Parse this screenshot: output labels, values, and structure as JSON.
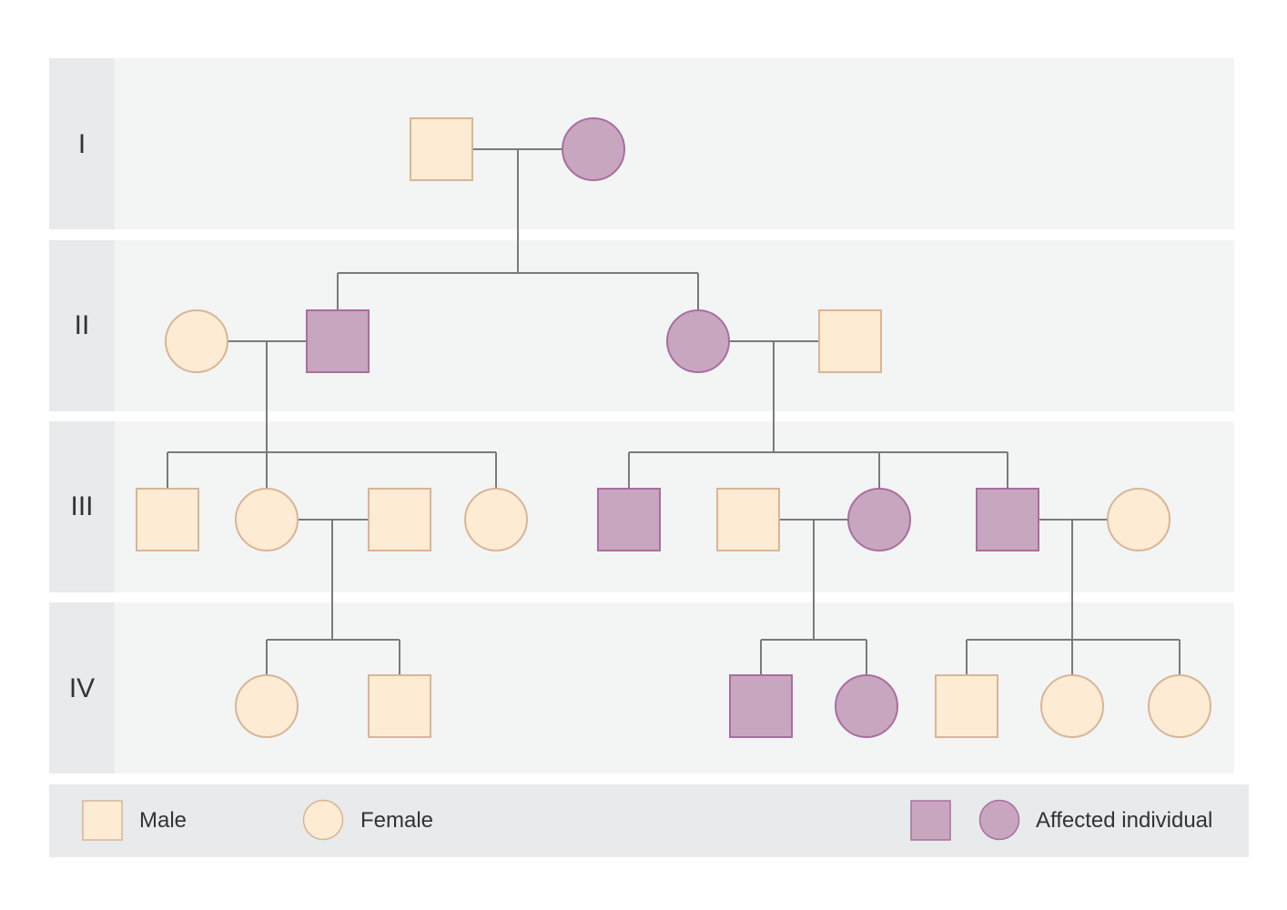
{
  "colors": {
    "unaffected_fill": "#fdebd3",
    "unaffected_stroke": "#d8b597",
    "affected_fill": "#c9a6bf",
    "affected_stroke": "#a86ea0",
    "line": "#7a7a7a",
    "row_bg": "#f3f4f4",
    "label_bg": "#e8eaeb",
    "legend_bg": "#e8eaeb"
  },
  "generations": [
    "I",
    "II",
    "III",
    "IV"
  ],
  "individuals": [
    {
      "id": "I-1",
      "generation": "I",
      "sex": "male",
      "affected": false
    },
    {
      "id": "I-2",
      "generation": "I",
      "sex": "female",
      "affected": true
    },
    {
      "id": "II-1",
      "generation": "II",
      "sex": "female",
      "affected": false
    },
    {
      "id": "II-2",
      "generation": "II",
      "sex": "male",
      "affected": true
    },
    {
      "id": "II-3",
      "generation": "II",
      "sex": "female",
      "affected": true
    },
    {
      "id": "II-4",
      "generation": "II",
      "sex": "male",
      "affected": false
    },
    {
      "id": "III-1",
      "generation": "III",
      "sex": "male",
      "affected": false
    },
    {
      "id": "III-2",
      "generation": "III",
      "sex": "female",
      "affected": false
    },
    {
      "id": "III-3",
      "generation": "III",
      "sex": "male",
      "affected": false
    },
    {
      "id": "III-4",
      "generation": "III",
      "sex": "female",
      "affected": false
    },
    {
      "id": "III-5",
      "generation": "III",
      "sex": "male",
      "affected": true
    },
    {
      "id": "III-6",
      "generation": "III",
      "sex": "male",
      "affected": false
    },
    {
      "id": "III-7",
      "generation": "III",
      "sex": "female",
      "affected": true
    },
    {
      "id": "III-8",
      "generation": "III",
      "sex": "male",
      "affected": true
    },
    {
      "id": "III-9",
      "generation": "III",
      "sex": "female",
      "affected": false
    },
    {
      "id": "IV-1",
      "generation": "IV",
      "sex": "female",
      "affected": false
    },
    {
      "id": "IV-2",
      "generation": "IV",
      "sex": "male",
      "affected": false
    },
    {
      "id": "IV-3",
      "generation": "IV",
      "sex": "male",
      "affected": true
    },
    {
      "id": "IV-4",
      "generation": "IV",
      "sex": "female",
      "affected": true
    },
    {
      "id": "IV-5",
      "generation": "IV",
      "sex": "male",
      "affected": false
    },
    {
      "id": "IV-6",
      "generation": "IV",
      "sex": "female",
      "affected": false
    },
    {
      "id": "IV-7",
      "generation": "IV",
      "sex": "female",
      "affected": false
    }
  ],
  "families": [
    {
      "parents": [
        "I-1",
        "I-2"
      ],
      "children": [
        "II-2",
        "II-3"
      ]
    },
    {
      "parents": [
        "II-1",
        "II-2"
      ],
      "children": [
        "III-1",
        "III-2",
        "III-4"
      ]
    },
    {
      "parents": [
        "II-3",
        "II-4"
      ],
      "children": [
        "III-5",
        "III-7",
        "III-8"
      ]
    },
    {
      "parents": [
        "III-2",
        "III-3"
      ],
      "children": [
        "IV-1",
        "IV-2"
      ]
    },
    {
      "parents": [
        "III-6",
        "III-7"
      ],
      "children": [
        "IV-3",
        "IV-4"
      ]
    },
    {
      "parents": [
        "III-8",
        "III-9"
      ],
      "children": [
        "IV-5",
        "IV-6",
        "IV-7"
      ]
    }
  ],
  "legend": {
    "male_label": "Male",
    "female_label": "Female",
    "affected_label": "Affected individual"
  }
}
